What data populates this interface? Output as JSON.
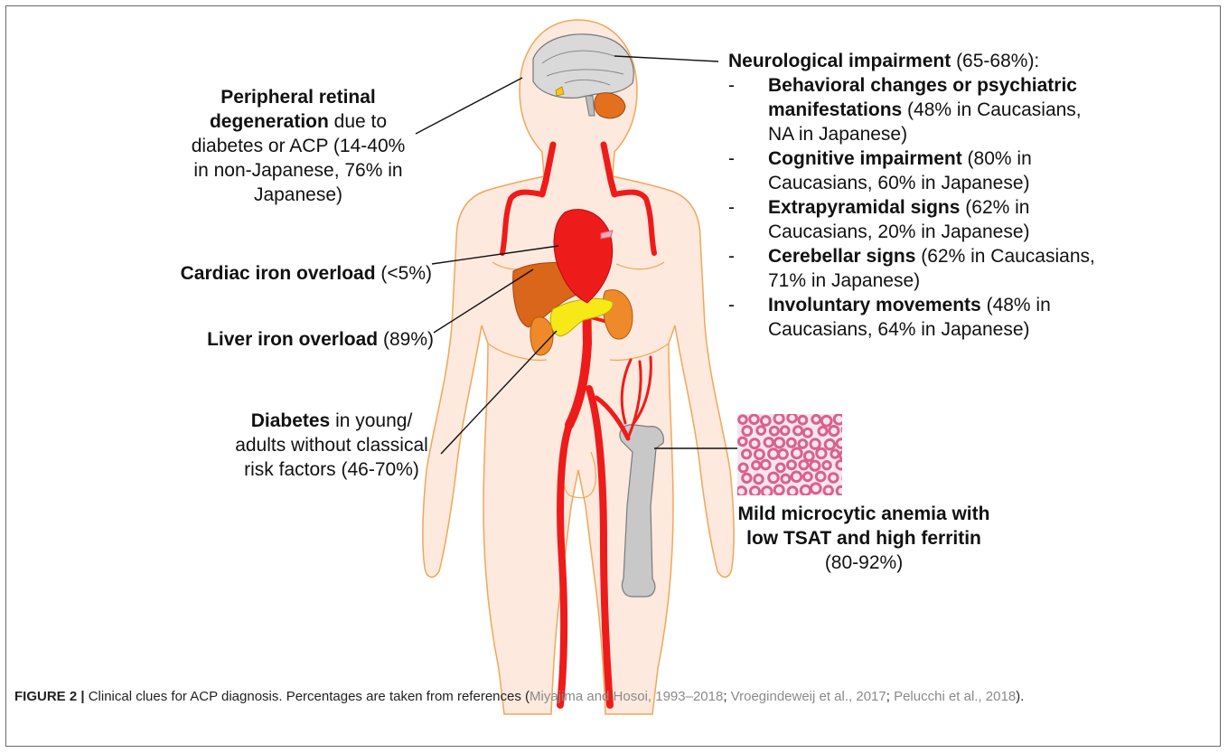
{
  "figure": {
    "labels": {
      "retina": {
        "bold": "Peripheral retinal degeneration",
        "normal": "due to diabetes or ACP (14-40% in non-Japanese, 76% in Japanese)"
      },
      "cardiac": {
        "bold": "Cardiac iron overload",
        "normal": "(<5%)"
      },
      "liver": {
        "bold": "Liver iron overload",
        "normal": "(89%)"
      },
      "diabetes": {
        "bold": "Diabetes",
        "normal": "in young/ adults without classical risk factors (46-70%)"
      },
      "neuro": {
        "bold": "Neurological impairment",
        "normal": "(65-68%):",
        "items": [
          {
            "dash": "-",
            "bold": "Behavioral changes or psychiatric manifestations",
            "normal": "(48% in Caucasians, NA in Japanese)"
          },
          {
            "dash": "-",
            "bold": "Cognitive impairment",
            "normal": "(80% in Caucasians, 60% in Japanese)"
          },
          {
            "dash": "-",
            "bold": "Extrapyramidal signs",
            "normal": "(62% in Caucasians, 20% in Japanese)"
          },
          {
            "dash": "-",
            "bold": "Cerebellar signs",
            "normal": "(62% in Caucasians, 71% in Japanese)"
          },
          {
            "dash": "-",
            "bold": "Involuntary movements",
            "normal": "(48% in Caucasians, 64% in Japanese)"
          }
        ]
      },
      "anemia": {
        "bold": "Mild microcytic anemia with low TSAT and high ferritin",
        "normal": "(80-92%)"
      }
    },
    "caption": {
      "label": "FIGURE 2 |",
      "text1": " Clinical clues for ACP diagnosis. Percentages are taken from references (",
      "ref1": "Miyajima and Hosoi, 1993–2018",
      "sep1": "; ",
      "ref2": "Vroegindeweij et al., 2017",
      "sep2": "; ",
      "ref3": "Pelucchi et al., 2018",
      "text2": ")."
    },
    "colors": {
      "body_fill": "#fde9dd",
      "body_outline": "#f0a75a",
      "artery": "#ee1b1b",
      "liver": "#d9661a",
      "pancreas": "#f7e818",
      "kidney": "#ef8a2a",
      "bone": "#c8c8c8",
      "brain": "#d9d9d9",
      "cerebellum": "#e3701f",
      "rbc": "#d9628a"
    }
  }
}
